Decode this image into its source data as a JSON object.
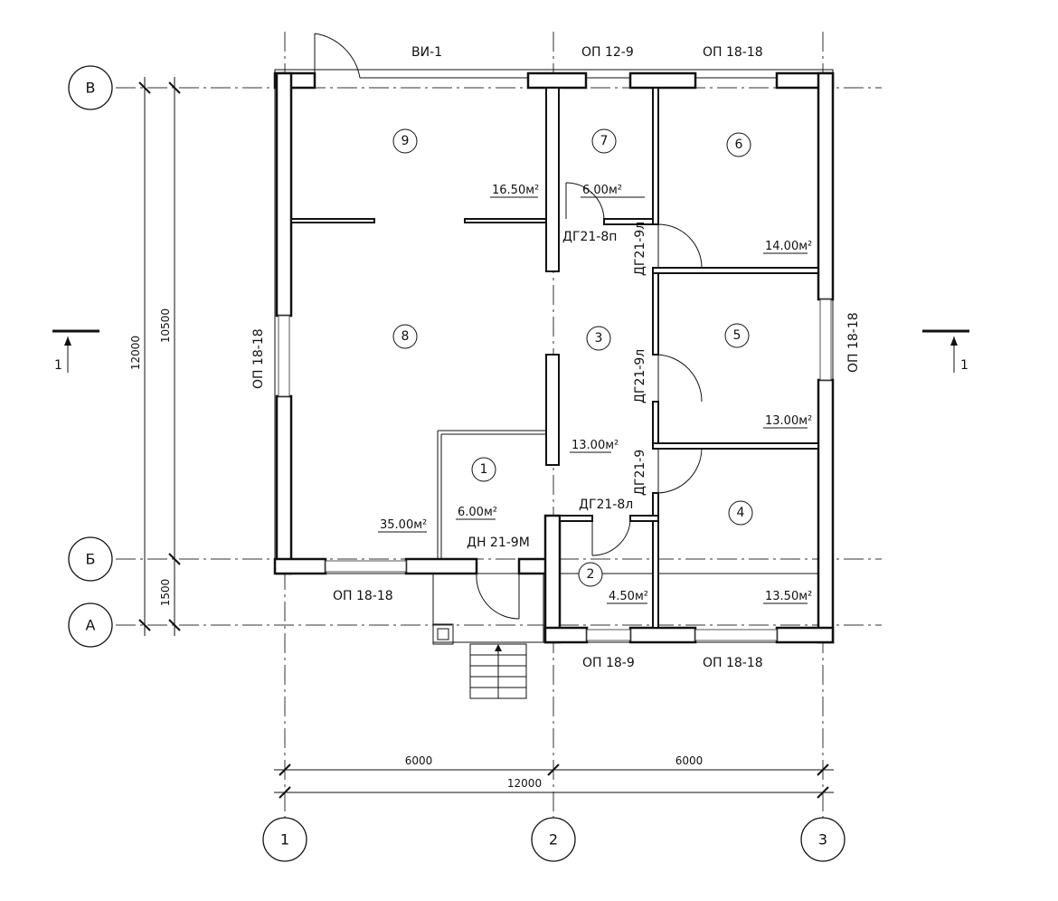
{
  "axes": {
    "rows": [
      "В",
      "Б",
      "А"
    ],
    "cols": [
      "1",
      "2",
      "3"
    ]
  },
  "dimensions": {
    "bottom_left": "6000",
    "bottom_right": "6000",
    "bottom_total": "12000",
    "left_total": "12000",
    "left_main": "10500",
    "left_porch": "1500"
  },
  "section_marks": {
    "left": "1",
    "right": "1"
  },
  "openings": {
    "top_vi": "ВИ-1",
    "top_op_12_9": "ОП 12-9",
    "top_op_18_18": "ОП 18-18",
    "left_op": "ОП 18-18",
    "right_op": "ОП 18-18",
    "bottom_left_op": "ОП 18-18",
    "bottom_mid_op": "ОП 18-9",
    "bottom_right_op": "ОП 18-18"
  },
  "doors": {
    "d7": "ДГ21-8п",
    "d6": "ДГ21-9л",
    "d5": "ДГ21-9л",
    "d4": "ДГ21-9",
    "d2": "ДГ21-8л",
    "entry": "ДН 21-9М"
  },
  "rooms": [
    {
      "num": "9",
      "area": "16.50м²"
    },
    {
      "num": "7",
      "area": "6.00м²"
    },
    {
      "num": "6",
      "area": "14.00м²"
    },
    {
      "num": "8",
      "area": "35.00м²"
    },
    {
      "num": "3",
      "area": "13.00м²"
    },
    {
      "num": "5",
      "area": "13.00м²"
    },
    {
      "num": "1",
      "area": "6.00м²"
    },
    {
      "num": "4",
      "area": ""
    },
    {
      "num": "2",
      "area": "4.50м²"
    },
    {
      "num": "",
      "area": "13.50м²"
    }
  ]
}
